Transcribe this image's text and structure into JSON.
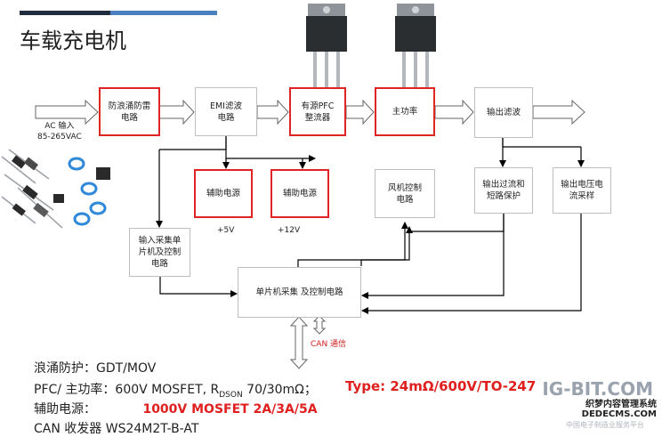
{
  "page": {
    "title": "车载充电机"
  },
  "input": {
    "ac_label": "AC 输入\n85-265VAC"
  },
  "blocks": {
    "surge": "防浪涌防雷\n电路",
    "emi": "EMI滤波\n电路",
    "pfc": "有源PFC\n整流器",
    "main_power": "主功率",
    "output_filter": "输出滤波",
    "aux1": "辅助电源",
    "aux2": "辅助电源",
    "fan": "风机控制\n电路",
    "ocp": "输出过流和\n短路保护",
    "vsample": "输出电压电\n流采样",
    "input_mcu": "输入采集单\n片机及控制\n电路",
    "mcu": "单片机采集 及控制电路"
  },
  "labels": {
    "plus5v": "+5V",
    "plus12v": "+12V",
    "can": "CAN 通信"
  },
  "specs": {
    "surge": "浪涌防护：GDT/MOV",
    "pfc_prefix": "PFC/ 主功率：600V MOSFET, R",
    "pfc_sub": "DSON",
    "pfc_suffix": " 70/30mΩ；",
    "type": "Type: 24mΩ/600V/TO-247",
    "aux_label": "辅助电源：",
    "aux_value": "1000V MOSFET 2A/3A/5A",
    "can": "CAN 收发器 WS24M2T-B-AT"
  },
  "watermark": {
    "logo": "IG-BIT.COM",
    "overlay": "织梦内容管理系统\nDEDECMS.COM",
    "sub": "中国电子制造业服务平台"
  }
}
